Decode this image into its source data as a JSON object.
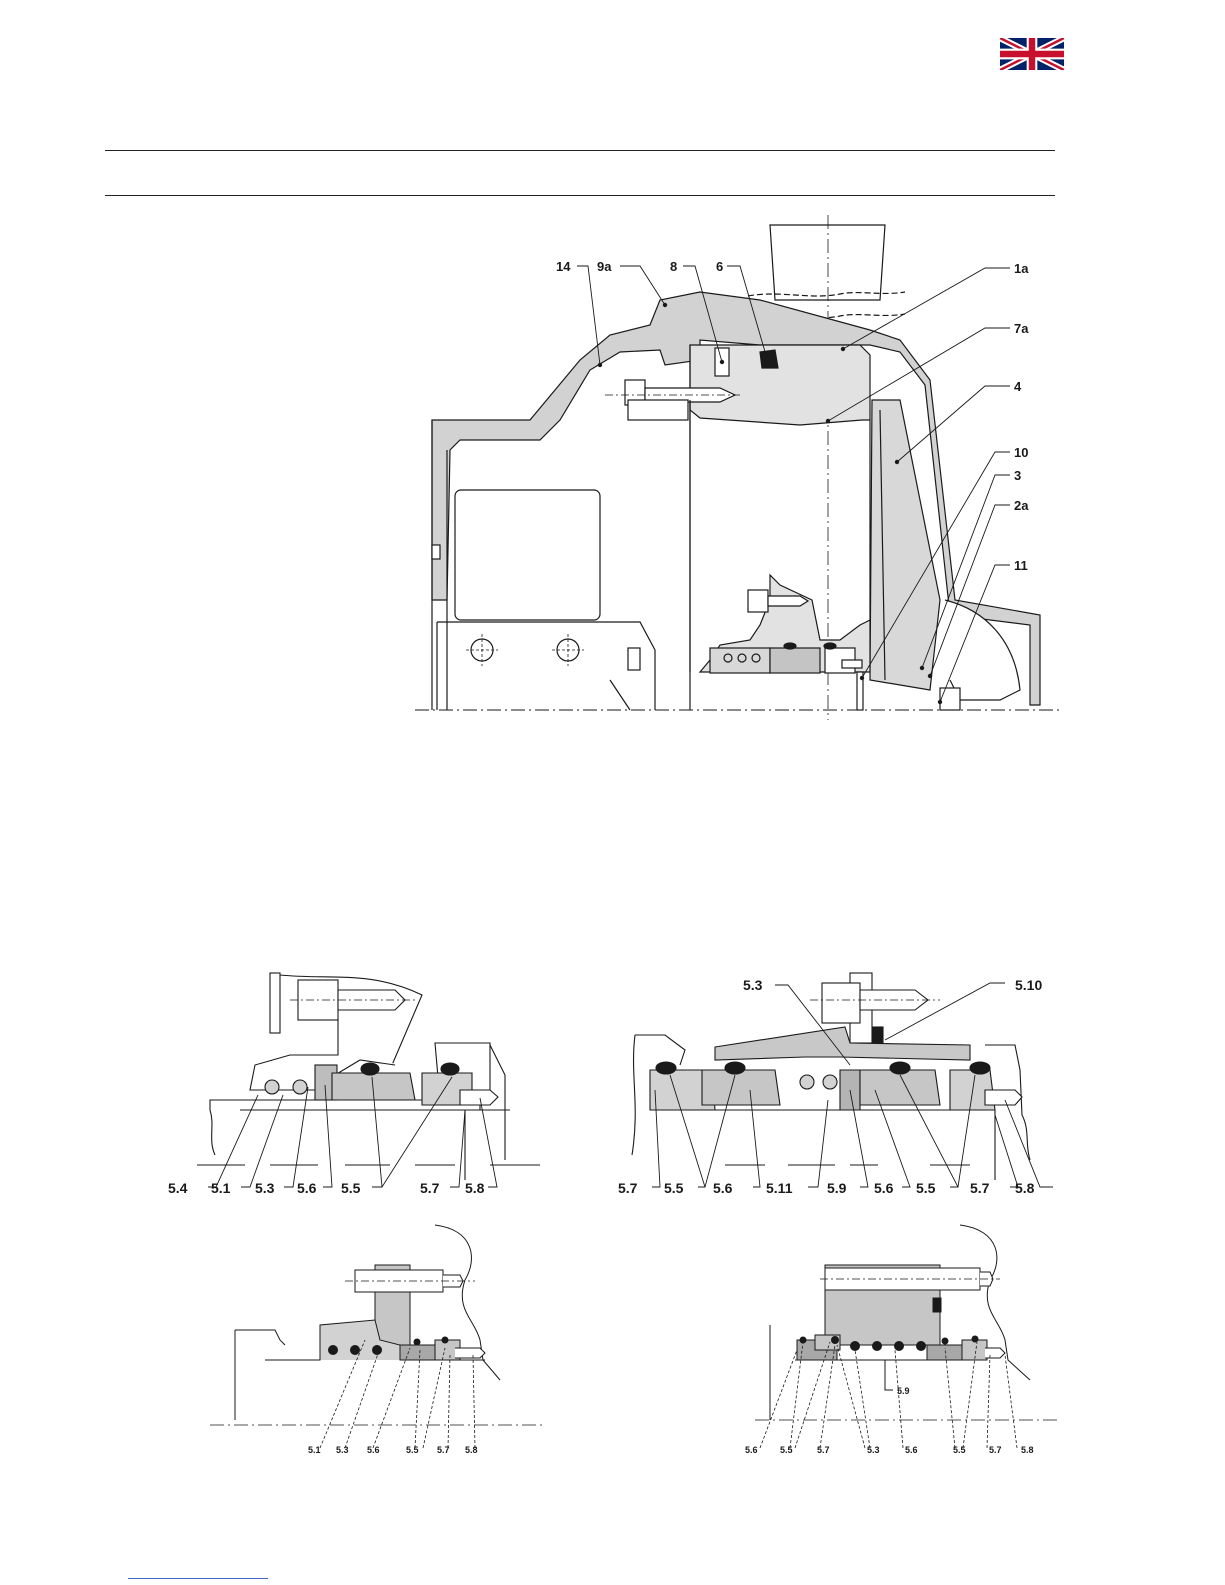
{
  "flag": {
    "icon": "uk-flag-icon"
  },
  "main_section": {
    "labels": {
      "p14": "14",
      "p9a": "9a",
      "p8": "8",
      "p6": "6",
      "p1a": "1a",
      "p7a": "7a",
      "p4": "4",
      "p10": "10",
      "p3": "3",
      "p2a": "2a",
      "p11": "11"
    }
  },
  "seal_a": {
    "labels": [
      "5.4",
      "5.1",
      "5.3",
      "5.6",
      "5.5",
      "5.7",
      "5.8"
    ]
  },
  "seal_b": {
    "top_labels": [
      "5.3",
      "5.10"
    ],
    "labels": [
      "5.7",
      "5.5",
      "5.6",
      "5.11",
      "5.9",
      "5.6",
      "5.5",
      "5.7",
      "5.8"
    ]
  },
  "seal_c": {
    "labels": [
      "5.1",
      "5.3",
      "5.6",
      "5.5",
      "5.7",
      "5.8"
    ]
  },
  "seal_d": {
    "inner_label": "5.9",
    "labels": [
      "5.6",
      "5.5",
      "5.7",
      "5.3",
      "5.6",
      "5.5",
      "5.7",
      "5.8"
    ]
  },
  "colors": {
    "gray_fill": "#d2d2d2",
    "dark_fill": "#a8a8a8",
    "line": "#1a1a1a"
  }
}
